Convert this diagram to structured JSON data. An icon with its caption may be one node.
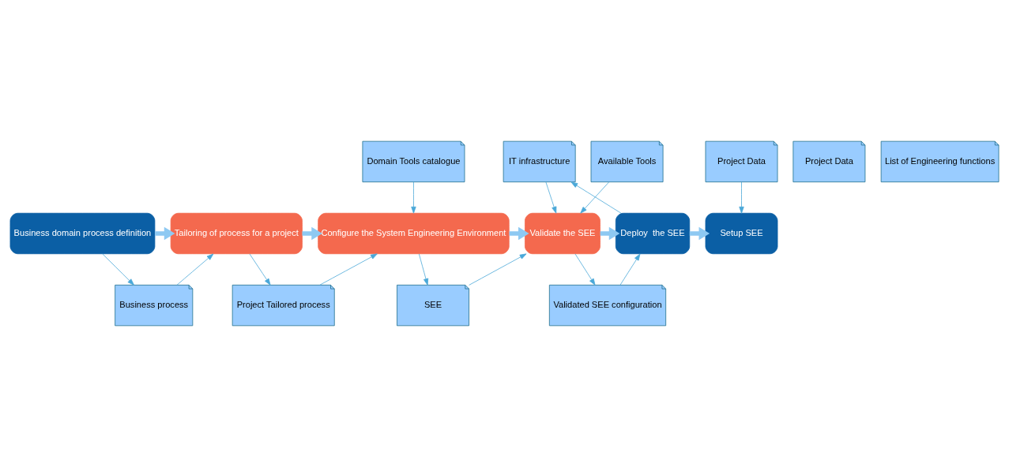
{
  "diagram": {
    "nodes": [
      {
        "text": [
          "Domain Tools catalogue"
        ]
      },
      {
        "text": [
          "Available Tools"
        ]
      },
      {
        "text": [
          "IT infrastructure"
        ]
      },
      {
        "text": [
          "Project Data"
        ]
      },
      {
        "text": [
          "Business domain process definition"
        ]
      },
      {
        "text": [
          "Tailoring of process for a project"
        ]
      },
      {
        "text": [
          "Configure the System Engineering Environment"
        ]
      },
      {
        "text": [
          "Validate the SEE"
        ]
      },
      {
        "text": [
          "Deploy  the SEE"
        ]
      },
      {
        "text": [
          "Setup SEE"
        ]
      },
      {
        "text": [
          "Business process"
        ]
      },
      {
        "text": [
          "Project Tailored process"
        ]
      },
      {
        "text": [
          "SEE"
        ]
      },
      {
        "text": [
          "Validated SEE configuration"
        ]
      },
      {
        "text": [
          "Project Data"
        ]
      },
      {
        "text": [
          "List of Engineering functions"
        ]
      }
    ],
    "edges": [
      {
        "from": 4,
        "to": 5,
        "arrow": "to",
        "style": "thick",
        "color": "#8ec9f2"
      },
      {
        "from": 5,
        "to": 6,
        "arrow": "to",
        "style": "thick",
        "color": "#8ec9f2"
      },
      {
        "from": 6,
        "to": 7,
        "arrow": "to",
        "style": "thick",
        "color": "#8ec9f2"
      },
      {
        "from": 7,
        "to": 8,
        "arrow": "to",
        "style": "thick",
        "color": "#8ec9f2"
      },
      {
        "from": 8,
        "to": 9,
        "arrow": "to",
        "style": "thick",
        "color": "#8ec9f2"
      },
      {
        "from": 4,
        "to": 10,
        "arrow": "to"
      },
      {
        "from": 10,
        "to": 5,
        "arrow": "to"
      },
      {
        "from": 5,
        "to": 11,
        "arrow": "to"
      },
      {
        "from": 11,
        "to": 6,
        "arrow": "to"
      },
      {
        "from": 0,
        "to": 6,
        "arrow": "to"
      },
      {
        "from": 6,
        "to": 12,
        "arrow": "to"
      },
      {
        "from": 12,
        "to": 7,
        "arrow": "to"
      },
      {
        "from": 1,
        "to": 7,
        "arrow": "to"
      },
      {
        "from": 2,
        "to": 7,
        "arrow": "to"
      },
      {
        "from": 7,
        "to": 13,
        "arrow": "to"
      },
      {
        "from": 13,
        "to": 8,
        "arrow": "to"
      },
      {
        "from": 8,
        "to": 2,
        "arrow": "to"
      },
      {
        "from": 3,
        "to": 9,
        "arrow": "to"
      }
    ]
  }
}
